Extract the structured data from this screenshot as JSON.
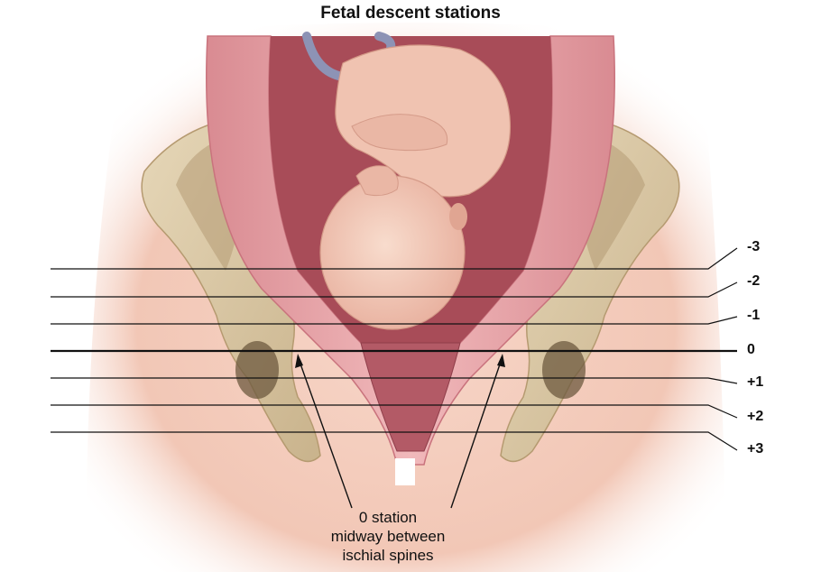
{
  "title": "Fetal descent stations",
  "stations": [
    "-3",
    "-2",
    "-1",
    "0",
    "+1",
    "+2",
    "+3"
  ],
  "caption": [
    "0 station",
    "midway between",
    "ischial spines"
  ],
  "colors": {
    "skin": "#f3cbbb",
    "bone": "#d9c7a4",
    "uterus_wall": "#e7a3a7",
    "uterus_inner": "#a74b57",
    "fetus": "#f1c6b4",
    "line": "#111111"
  }
}
